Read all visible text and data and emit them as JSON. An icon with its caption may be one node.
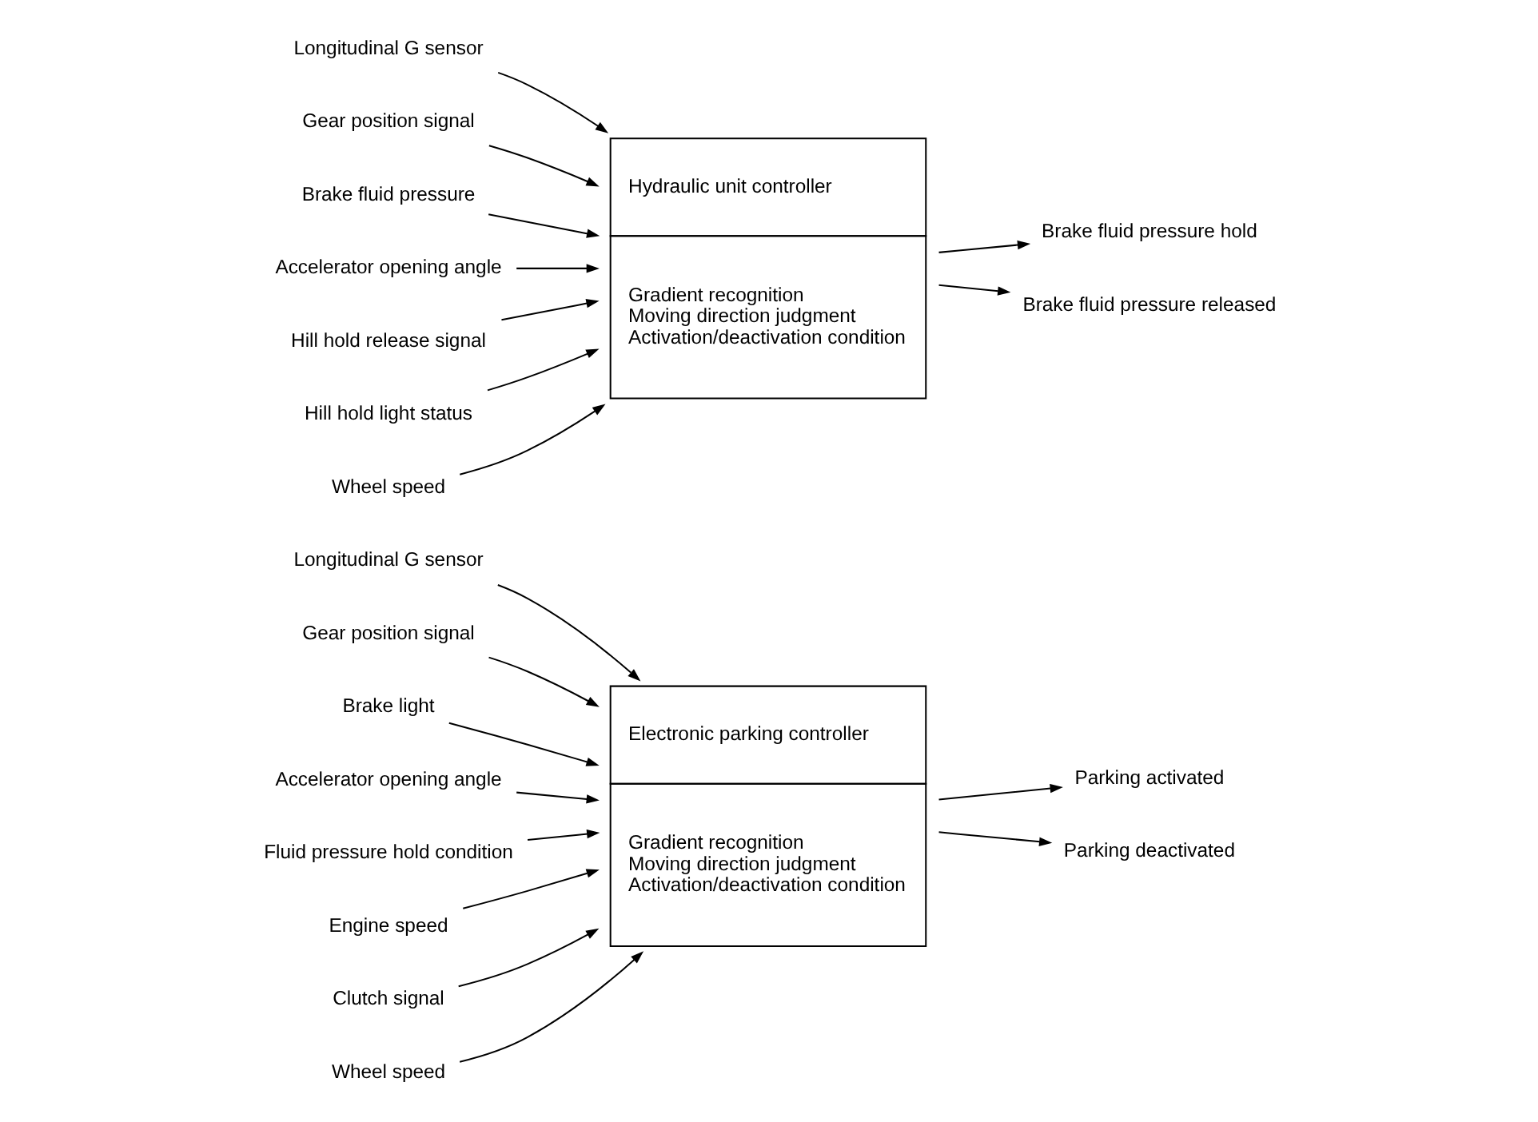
{
  "diagram": {
    "nodes": [
      {
        "text": [
          "Longitudinal G sensor"
        ]
      },
      {
        "text": [
          "Gear position signal"
        ]
      },
      {
        "text": [
          "Brake light"
        ]
      },
      {
        "text": [
          "Accelerator opening angle"
        ]
      },
      {
        "text": [
          "Fluid pressure hold condition"
        ]
      },
      {
        "text": [
          "Engine speed"
        ]
      },
      {
        "text": [
          "Clutch signal"
        ]
      },
      {
        "text": [
          "Wheel speed"
        ]
      },
      {
        "text": [
          "Electronic parking controller",
          "Gradient recognition",
          "Moving direction judgment",
          "Activation/deactivation condition"
        ]
      },
      {
        "text": [
          "Parking activated"
        ]
      },
      {
        "text": [
          "Parking deactivated"
        ]
      },
      {
        "text": [
          "Longitudinal G sensor"
        ]
      },
      {
        "text": [
          "Gear position signal"
        ]
      },
      {
        "text": [
          "Brake fluid pressure"
        ]
      },
      {
        "text": [
          "Accelerator opening angle"
        ]
      },
      {
        "text": [
          "Hill hold release signal"
        ]
      },
      {
        "text": [
          "Hill hold light status"
        ]
      },
      {
        "text": [
          "Wheel speed"
        ]
      },
      {
        "text": [
          "Hydraulic unit controller",
          "Gradient recognition",
          "Moving direction judgment",
          "Activation/deactivation condition"
        ]
      },
      {
        "text": [
          "Brake fluid pressure hold"
        ]
      },
      {
        "text": [
          "Brake fluid pressure released"
        ]
      }
    ],
    "edges": [
      {
        "from": 0,
        "to": 8,
        "arrow": "to"
      },
      {
        "from": 1,
        "to": 8,
        "arrow": "to"
      },
      {
        "from": 2,
        "to": 8,
        "arrow": "to"
      },
      {
        "from": 3,
        "to": 8,
        "arrow": "to"
      },
      {
        "from": 4,
        "to": 8,
        "arrow": "to"
      },
      {
        "from": 5,
        "to": 8,
        "arrow": "to"
      },
      {
        "from": 6,
        "to": 8,
        "arrow": "to"
      },
      {
        "from": 7,
        "to": 8,
        "arrow": "to"
      },
      {
        "from": 8,
        "to": 9,
        "arrow": "to"
      },
      {
        "from": 8,
        "to": 10,
        "arrow": "to"
      },
      {
        "from": 11,
        "to": 18,
        "arrow": "to"
      },
      {
        "from": 12,
        "to": 18,
        "arrow": "to"
      },
      {
        "from": 13,
        "to": 18,
        "arrow": "to"
      },
      {
        "from": 14,
        "to": 18,
        "arrow": "to"
      },
      {
        "from": 15,
        "to": 18,
        "arrow": "to"
      },
      {
        "from": 16,
        "to": 18,
        "arrow": "to"
      },
      {
        "from": 17,
        "to": 18,
        "arrow": "to"
      },
      {
        "from": 18,
        "to": 19,
        "arrow": "to"
      },
      {
        "from": 18,
        "to": 20,
        "arrow": "to"
      }
    ]
  }
}
